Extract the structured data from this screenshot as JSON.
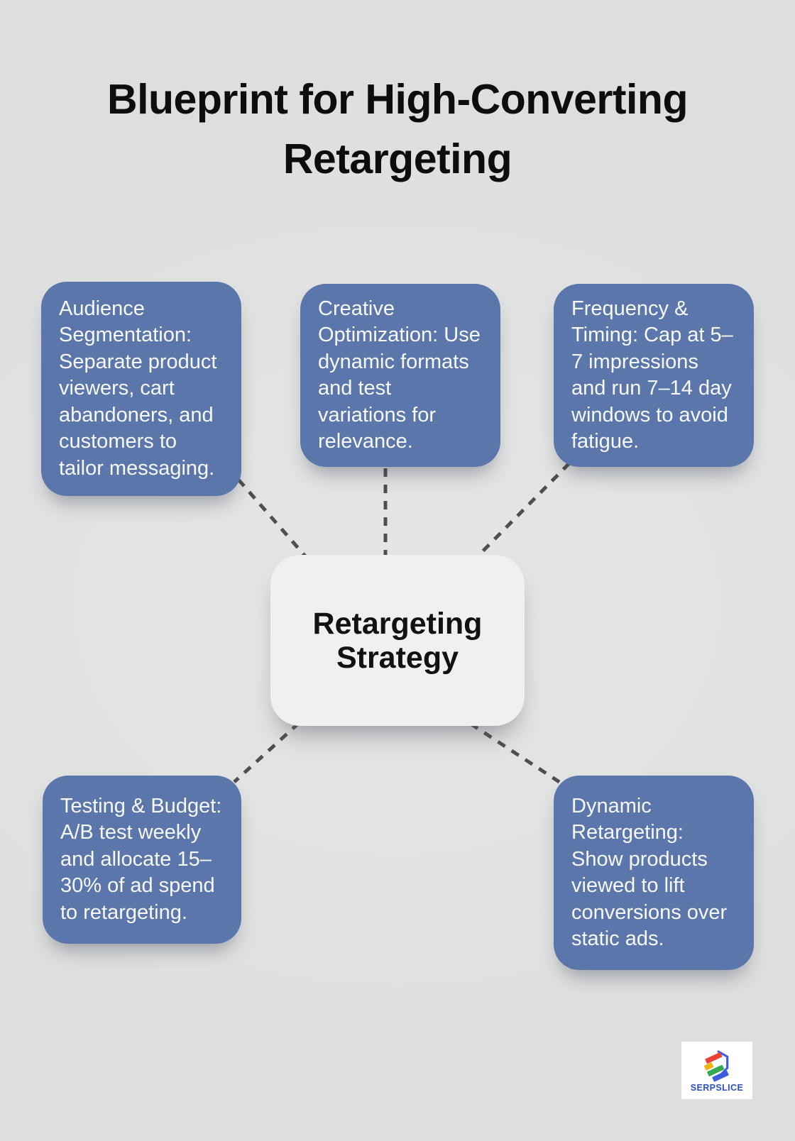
{
  "title": "Blueprint for High-Converting Retargeting",
  "center": {
    "label": "Retargeting Strategy"
  },
  "nodes": [
    {
      "id": "audience-segmentation",
      "text": "Audience Segmentation: Separate product viewers, cart abandoners, and customers to tailor messaging."
    },
    {
      "id": "creative-optimization",
      "text": "Creative Optimization: Use dynamic formats and test variations for relevance."
    },
    {
      "id": "frequency-timing",
      "text": "Frequency & Timing: Cap at 5–7 impressions and run 7–14 day windows to avoid fatigue."
    },
    {
      "id": "testing-budget",
      "text": "Testing & Budget: A/B test weekly and allocate 15–30% of ad spend to retargeting."
    },
    {
      "id": "dynamic-retargeting",
      "text": "Dynamic Retargeting: Show products viewed to lift conversions over static ads."
    }
  ],
  "logo": {
    "brand": "SERPSLICE"
  },
  "colors": {
    "background": "#e1e2e2",
    "node_fill": "#5a76ab",
    "node_text": "#f7f9fb",
    "center_fill": "#f0f0f2",
    "center_text": "#111213",
    "connector": "#4f4f4f",
    "title_text": "#0c0d0e",
    "logo_text_blue": "#2d50c4",
    "logo_red": "#ea4335",
    "logo_yellow": "#f2b211",
    "logo_green": "#34a853",
    "logo_blue": "#3d5de0"
  }
}
